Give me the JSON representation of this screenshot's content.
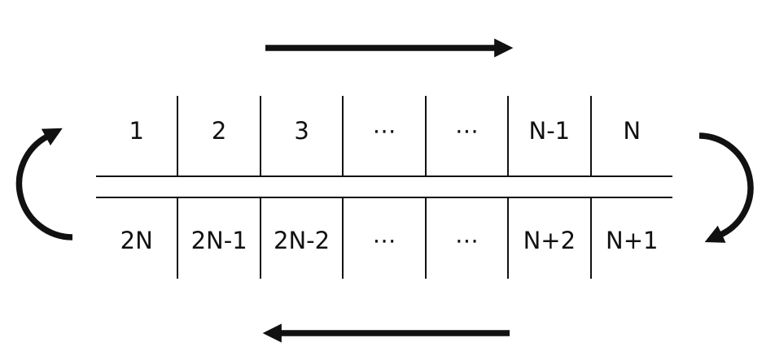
{
  "cells": {
    "top": [
      "1",
      "2",
      "3",
      "⋯",
      "⋯",
      "N-1",
      "N"
    ],
    "bottom": [
      "2N",
      "2N-1",
      "2N-2",
      "⋯",
      "⋯",
      "N+2",
      "N+1"
    ]
  },
  "icons": {
    "top_arrow": "arrow-right",
    "bottom_arrow": "arrow-left",
    "left_wrap_arrow": "arc-arrow-bottom-to-top",
    "right_wrap_arrow": "arc-arrow-top-to-bottom"
  },
  "colors": {
    "ink": "#111111",
    "background": "#ffffff"
  }
}
